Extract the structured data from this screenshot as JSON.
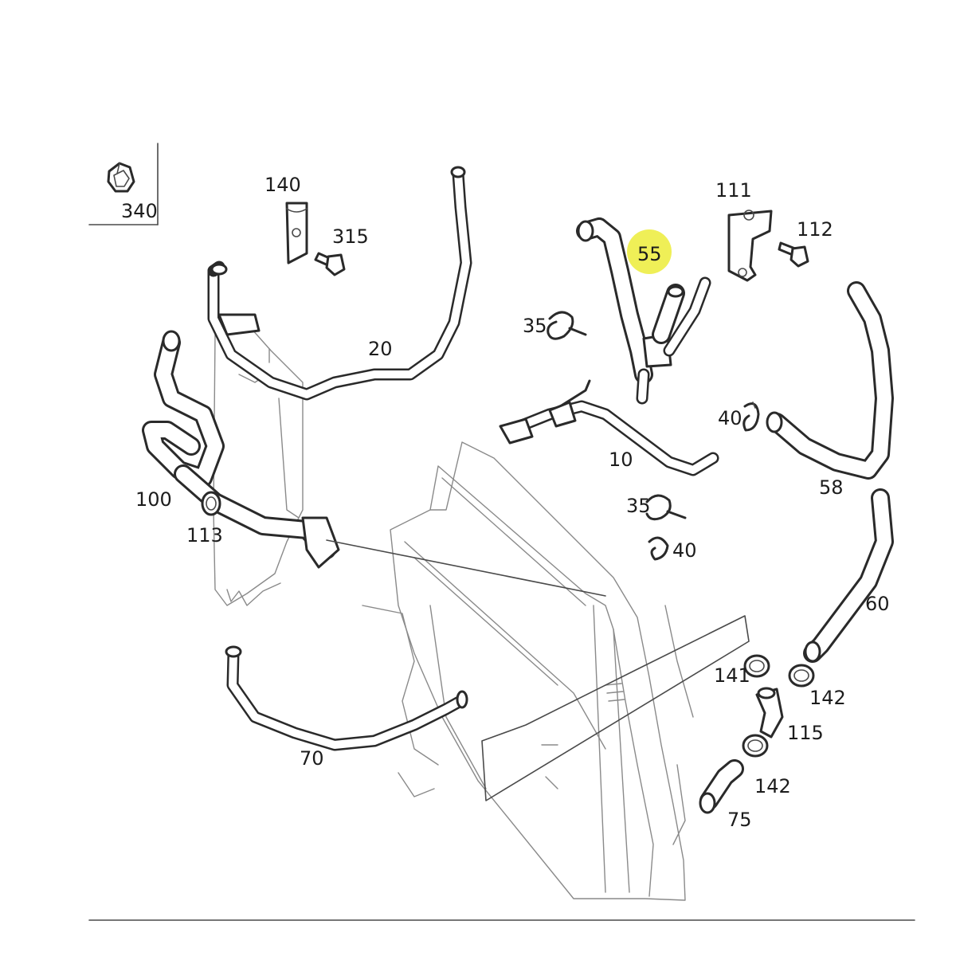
{
  "diagram": {
    "highlight_color": "#ecec3a",
    "line_color": "#2a2a2a",
    "callouts": {
      "c340": "340",
      "c140": "140",
      "c315": "315",
      "c20": "20",
      "c55": "55",
      "c111": "111",
      "c112": "112",
      "c35a": "35",
      "c40a": "40",
      "c10": "10",
      "c58": "58",
      "c35b": "35",
      "c40b": "40",
      "c100": "100",
      "c113": "113",
      "c60": "60",
      "c141": "141",
      "c142a": "142",
      "c115": "115",
      "c142b": "142",
      "c70": "70",
      "c75": "75"
    }
  }
}
